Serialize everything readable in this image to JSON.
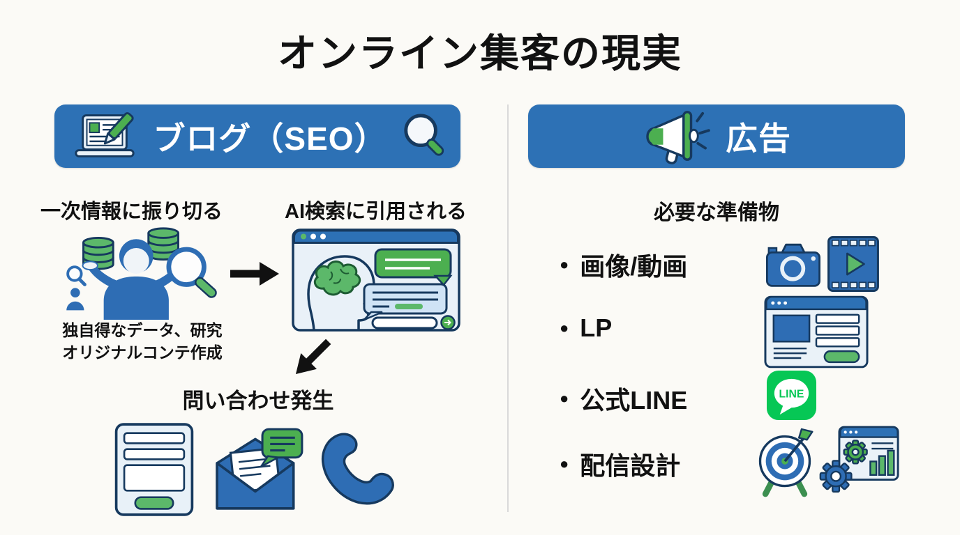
{
  "title": "オンライン集客の現実",
  "left": {
    "header_label": "ブログ（SEO）",
    "step_primary_label": "一次情報に振り切る",
    "step_ai_label": "AI検索に引用される",
    "caption_line1": "独自得なデータ、研究",
    "caption_line2": "オリジナルコンテ作成",
    "result_label": "問い合わせ発生"
  },
  "right": {
    "header_label": "広告",
    "subtitle": "必要な準備物",
    "bullet": "●",
    "items": [
      {
        "label": "画像/動画"
      },
      {
        "label": "LP"
      },
      {
        "label": "公式LINE"
      },
      {
        "label": "配信設計"
      }
    ],
    "line_badge_text": "LINE"
  },
  "icons": {
    "left_header": [
      "laptop-blog-icon",
      "magnifier-icon"
    ],
    "right_header": [
      "megaphone-icon"
    ],
    "left_flow": [
      "researcher-illustration",
      "ai-chat-window-illustration",
      "form-icon",
      "envelope-icon",
      "phone-icon"
    ],
    "right_items": [
      "camera-icon",
      "film-icon",
      "landing-page-icon",
      "line-app-icon",
      "target-icon",
      "gears-chart-icon"
    ]
  },
  "colors": {
    "header_blue": "#2D71B5",
    "accent_green": "#4CAF50",
    "line_green": "#06C755",
    "outline_navy": "#16395E",
    "light_blue": "#E8F1F8"
  }
}
